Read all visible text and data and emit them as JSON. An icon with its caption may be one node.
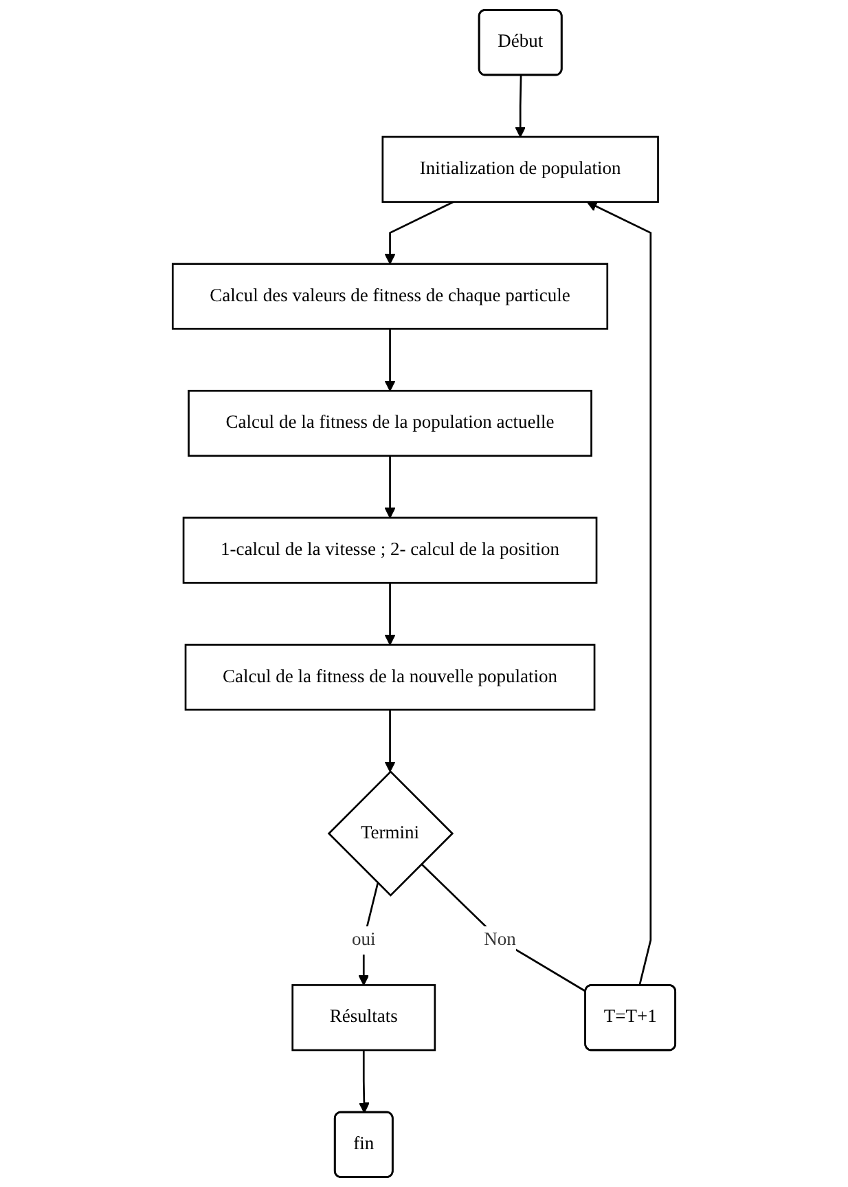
{
  "diagram": {
    "nodes": [
      {
        "text": [
          "Début"
        ]
      },
      {
        "text": [
          "Initialization de population"
        ]
      },
      {
        "text": [
          "Calcul des valeurs de fitness de chaque particule"
        ]
      },
      {
        "text": [
          "Calcul de la fitness de la population actuelle"
        ]
      },
      {
        "text": [
          "1-calcul de la vitesse ; 2- calcul de la position"
        ]
      },
      {
        "text": [
          "Calcul de la fitness de la nouvelle population"
        ]
      },
      {
        "text": [
          "Termini"
        ]
      },
      {
        "text": [
          "Résultats"
        ]
      },
      {
        "text": [
          "fin"
        ]
      },
      {
        "text": [
          "T=T+1"
        ]
      }
    ],
    "edges": [
      {
        "from": 0,
        "to": 1,
        "arrow": "to"
      },
      {
        "from": 1,
        "to": 2,
        "arrow": "to"
      },
      {
        "from": 2,
        "to": 3,
        "arrow": "to"
      },
      {
        "from": 3,
        "to": 4,
        "arrow": "to"
      },
      {
        "from": 4,
        "to": 5,
        "arrow": "to"
      },
      {
        "from": 5,
        "to": 6,
        "arrow": "to"
      },
      {
        "from": 6,
        "to": 7,
        "label": "oui",
        "arrow": "to"
      },
      {
        "from": 6,
        "to": 9,
        "label": "Non",
        "arrow": "none"
      },
      {
        "from": 9,
        "to": 1,
        "arrow": "to"
      },
      {
        "from": 7,
        "to": 8,
        "arrow": "to"
      }
    ]
  }
}
